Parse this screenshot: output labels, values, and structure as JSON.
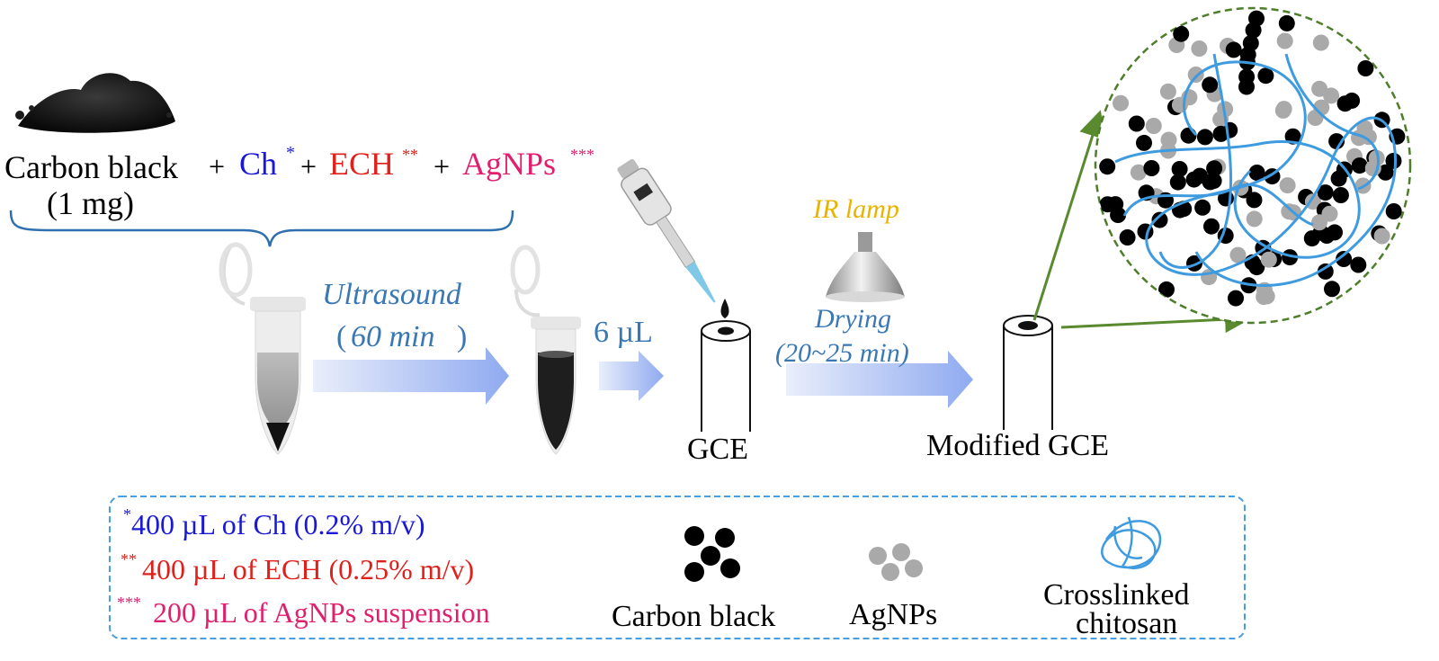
{
  "mixture": {
    "carbon_black": "Carbon black",
    "amount": "(1 mg)",
    "plus": "+",
    "ch": "Ch",
    "ch_mark": "*",
    "ech": "ECH",
    "ech_mark": "**",
    "agnps": "AgNPs",
    "agnps_mark": "***"
  },
  "steps": {
    "ultrasound": "Ultrasound",
    "ultrasound_time_open": "(",
    "ultrasound_time": "60 min",
    "ultrasound_time_close": ")",
    "volume": "6 µL",
    "ir_lamp": "IR lamp",
    "drying": "Drying",
    "drying_time": "(20~25 min)",
    "gce": "GCE",
    "modified_gce": "Modified GCE"
  },
  "legend": {
    "note1_mark": "*",
    "note1": "400 µL of Ch (0.2% m/v)",
    "note2_mark": "**",
    "note2": "400 µL of ECH (0.25% m/v)",
    "note3_mark": "***",
    "note3": "200 µL of AgNPs suspension",
    "carbon_black": "Carbon black",
    "agnps": "AgNPs",
    "crosslinked_line1": "Crosslinked",
    "crosslinked_line2": "chitosan"
  },
  "colors": {
    "ch": "#1a1ad6",
    "ech": "#e0201a",
    "agnps": "#e0206e",
    "process_text": "#3a78b4",
    "ir_lamp": "#e8b400",
    "arrow_green": "#5a8a2e",
    "legend_border": "#4a9ee0",
    "chitosan": "#3f9be0"
  }
}
